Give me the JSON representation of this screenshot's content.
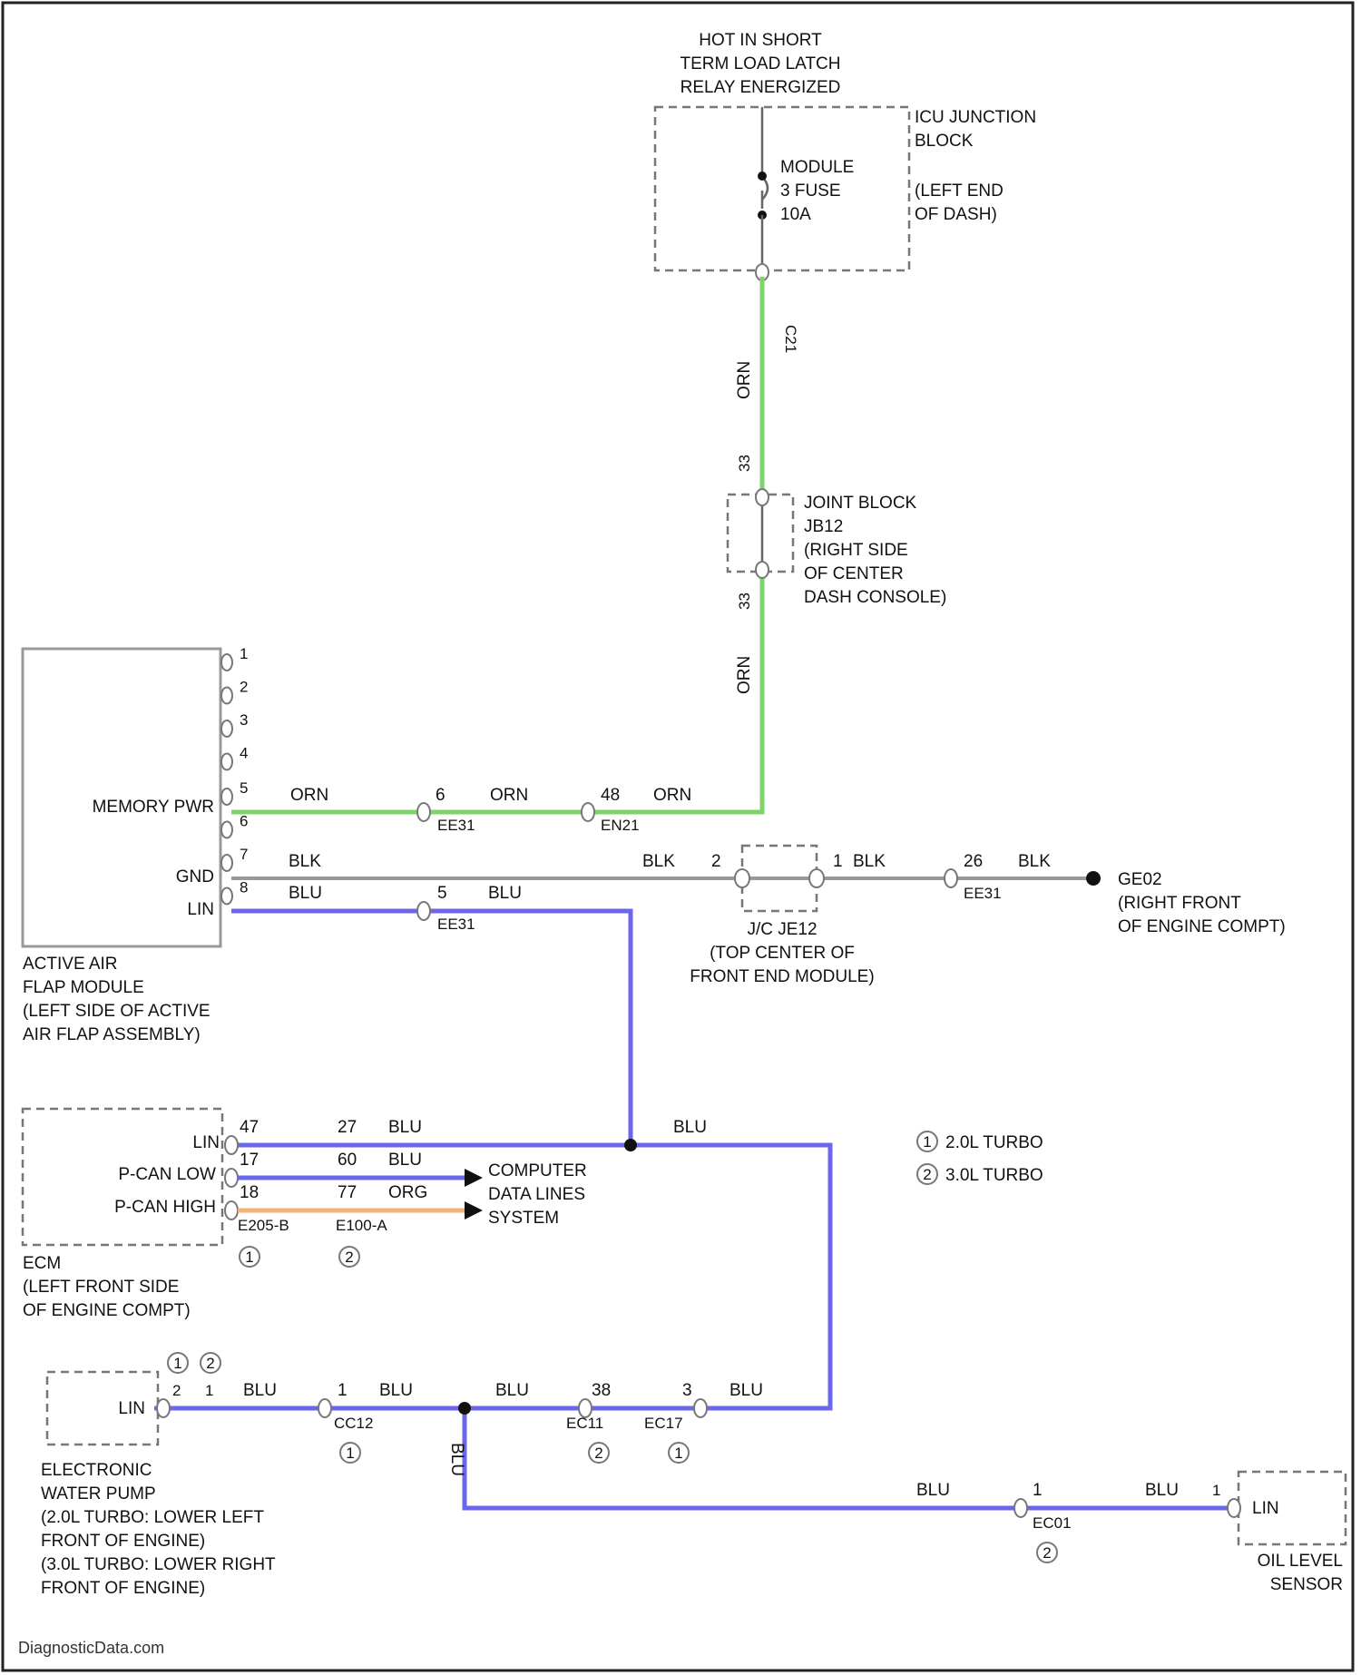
{
  "top_label": [
    "HOT IN SHORT",
    "TERM LOAD LATCH",
    "RELAY ENERGIZED"
  ],
  "icu_block": {
    "name": [
      "ICU JUNCTION",
      "BLOCK"
    ],
    "location": [
      "(LEFT END",
      "OF DASH)"
    ],
    "fuse": [
      "MODULE",
      "3 FUSE",
      "10A"
    ]
  },
  "icu_pin": "C21",
  "wire_colors": {
    "orn": "ORN",
    "blk": "BLK",
    "blu": "BLU"
  },
  "joint_block": {
    "pin_top": "33",
    "pin_bottom": "33",
    "label": [
      "JOINT BLOCK",
      "JB12",
      "(RIGHT SIDE",
      "OF CENTER",
      "DASH CONSOLE)"
    ]
  },
  "active_air_flap": {
    "pins": [
      "1",
      "2",
      "3",
      "4",
      "5",
      "6",
      "7",
      "8"
    ],
    "labels": {
      "memory_pwr": "MEMORY PWR",
      "gnd": "GND",
      "lin": "LIN"
    },
    "title": [
      "ACTIVE AIR",
      "FLAP MODULE",
      "(LEFT SIDE OF ACTIVE",
      "AIR FLAP ASSEMBLY)"
    ]
  },
  "connectors": {
    "orn1": {
      "pin": "6",
      "id": "EE31"
    },
    "orn2": {
      "pin": "48",
      "id": "EN21"
    },
    "blk1": {
      "pin": "2"
    },
    "blk2": {
      "pin": "1"
    },
    "blk3": {
      "pin": "26",
      "id": "EE31"
    },
    "blu1": {
      "pin": "5",
      "id": "EE31"
    }
  },
  "jc_je12": [
    "J/C JE12",
    "(TOP CENTER OF",
    "FRONT END MODULE)"
  ],
  "ground": {
    "id": "GE02",
    "location": [
      "(RIGHT FRONT",
      "OF ENGINE COMPT)"
    ]
  },
  "ecm": {
    "labels": {
      "lin": "LIN",
      "pcan_low": "P-CAN LOW",
      "pcan_high": "P-CAN HIGH"
    },
    "pins_a": [
      "47",
      "17",
      "18"
    ],
    "pins_b": [
      "27",
      "60",
      "77"
    ],
    "pin_colors": [
      "BLU",
      "BLU",
      "ORG"
    ],
    "connector_a": "E205-B",
    "connector_b": "E100-A",
    "title": [
      "ECM",
      "(LEFT FRONT SIDE",
      "OF ENGINE COMPT)"
    ]
  },
  "notes": {
    "n1": "1",
    "n2": "2",
    "legend1": "2.0L TURBO",
    "legend2": "3.0L TURBO"
  },
  "computer_data_lines": [
    "COMPUTER",
    "DATA LINES",
    "SYSTEM"
  ],
  "water_pump": {
    "label": "LIN",
    "pins": [
      "2",
      "1"
    ],
    "connector": {
      "pin": "1",
      "id": "CC12"
    },
    "title": [
      "ELECTRONIC",
      "WATER PUMP",
      "(2.0L TURBO: LOWER LEFT",
      "FRONT OF ENGINE)",
      "(3.0L TURBO: LOWER RIGHT",
      "FRONT OF ENGINE)"
    ]
  },
  "bottom_connectors": {
    "ec11": {
      "pin": "38",
      "id": "EC11"
    },
    "ec17": {
      "pin": "3",
      "id": "EC17"
    },
    "ec01": {
      "pin": "1",
      "id": "EC01"
    }
  },
  "oil_sensor": {
    "label": "LIN",
    "pin": "1",
    "title": [
      "OIL LEVEL",
      "SENSOR"
    ]
  },
  "watermark": "DiagnosticData.com"
}
